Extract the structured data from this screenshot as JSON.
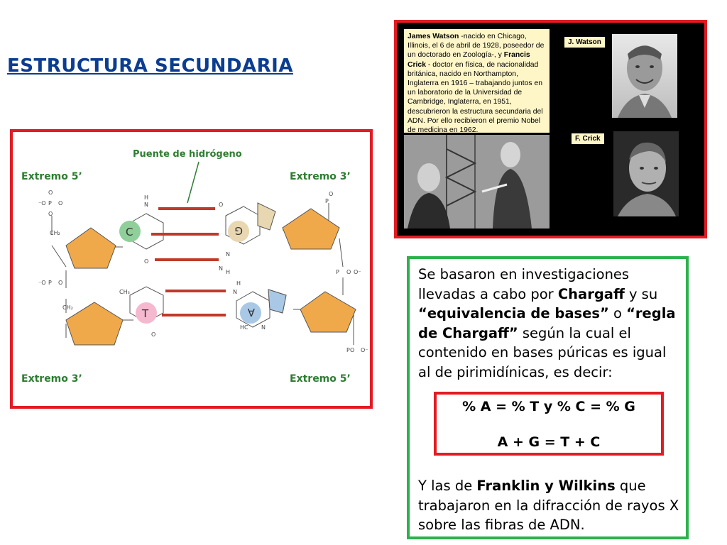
{
  "page": {
    "title": "ESTRUCTURA SECUNDARIA"
  },
  "diagram": {
    "hydrogen_bond_label": "Puente de hidrógeno",
    "top_left_label": "Extremo 5’",
    "top_right_label": "Extremo 3’",
    "bottom_left_label": "Extremo 3’",
    "bottom_right_label": "Extremo 5’",
    "bases": {
      "c": "C",
      "g": "G",
      "t": "T",
      "a": "A"
    },
    "colors": {
      "sugar": "#f0a94a",
      "cytosine": "#8fcf9a",
      "guanine": "#e8d7b0",
      "thymine": "#f5b9cf",
      "adenine": "#a8c8e6",
      "hydrogen_bond": "#c0392b",
      "border": "#e31b23"
    }
  },
  "photo_panel": {
    "bio": {
      "name1": "James Watson",
      "text1": " -nacido en Chicago, Illinois, el 6 de abril de 1928, poseedor de un doctorado en Zoología-, y ",
      "name2": "Francis Crick",
      "text2": " - doctor en física, de nacionalidad británica, nacido en Northampton, Inglaterra en 1916 – trabajando juntos en un laboratorio de la Universidad de Cambridge, Inglaterra, en 1951, descubrieron la estructura secundaria del ADN. Por ello recibieron el premio Nobel de medicina en 1962."
    },
    "watson_tag": "J. Watson",
    "crick_tag": "F. Crick"
  },
  "text_panel": {
    "p1_a": "Se  basaron en investigaciones llevadas a cabo por ",
    "p1_chargaff": "Chargaff",
    "p1_b": " y su ",
    "p1_equiv": "“equivalencia de bases”",
    "p1_c": " o ",
    "p1_regla": "“regla de Chargaff”",
    "p1_d": " según la cual el contenido en bases púricas es igual al de  pirimidínicas, es decir:",
    "formula1": "% A = % T y % C = % G",
    "formula2": "A + G = T + C",
    "p2_a": "Y las de ",
    "p2_names": "Franklin y Wilkins",
    "p2_b": " que trabajaron en la difracción de rayos X sobre las fibras de ADN."
  }
}
